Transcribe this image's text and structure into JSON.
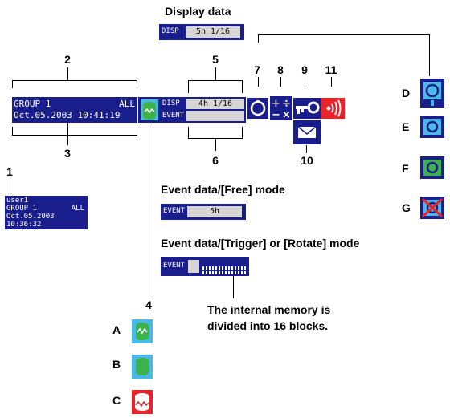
{
  "headings": {
    "display_data": "Display data",
    "event_free": "Event data/[Free] mode",
    "event_trigger": "Event data/[Trigger] or [Rotate] mode",
    "note_line1": "The internal memory is",
    "note_line2": "divided into 16 blocks."
  },
  "display_data_bar": {
    "label": "DISP",
    "value": "5h 1/16"
  },
  "free_bar": {
    "label": "EVENT",
    "value": "5h"
  },
  "trigger_bar": {
    "label": "EVENT"
  },
  "status_bar": {
    "group": "GROUP 1",
    "all": "ALL",
    "datetime": "Oct.05.2003 10:41:19",
    "disp_label": "DISP",
    "disp_value": "4h 1/16",
    "event_label": "EVENT"
  },
  "login_bar": {
    "user": "user1",
    "group": "GROUP 1",
    "all": "ALL",
    "datetime": "Oct.05.2003 10:36:32"
  },
  "callouts": [
    "1",
    "2",
    "3",
    "4",
    "5",
    "6",
    "7",
    "8",
    "9",
    "10",
    "11"
  ],
  "side_labels": [
    "D",
    "E",
    "F",
    "G"
  ],
  "memory_labels": [
    "A",
    "B",
    "C"
  ],
  "colors": {
    "navy": "#1a1e8c",
    "green": "#3bb34a",
    "red": "#e8232a",
    "cyan": "#49b9e6",
    "gray": "#d6d6d6"
  },
  "icons": [
    "memory-icon",
    "key-lock-icon",
    "math-icon",
    "key-icon",
    "alarm-icon",
    "email-icon",
    "stop-icon",
    "camera-icon"
  ]
}
